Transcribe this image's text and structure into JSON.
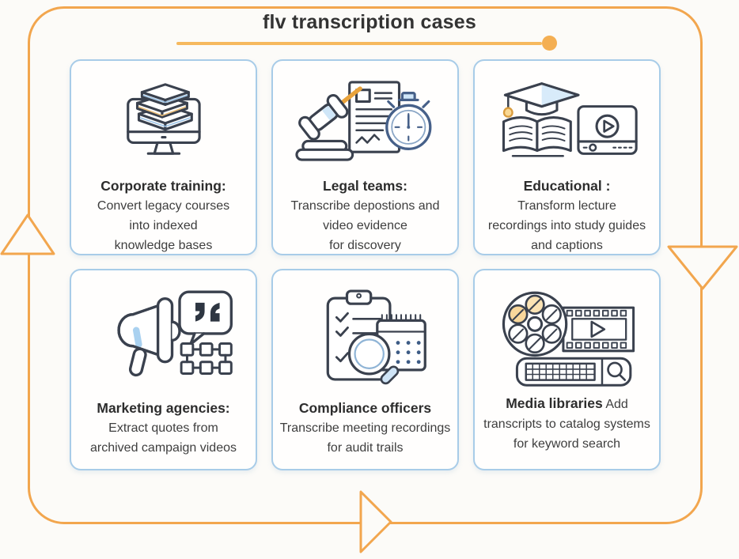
{
  "title": "flv transcription cases",
  "colors": {
    "frame_orange": "#F2A64E",
    "underline_orange": "#F6B95E",
    "dot_orange": "#F4AF53",
    "card_border_blue": "#A8CCE8",
    "icon_outline": "#3a414e",
    "icon_accent_blue": "#cfe6f8",
    "icon_accent_orange": "#fbe3b4",
    "title_text": "#333333",
    "body_text": "#3e3e3e"
  },
  "decorations": {
    "arrows": [
      "flow-arrow-up-icon",
      "flow-arrow-down-icon",
      "flow-arrow-right-icon"
    ]
  },
  "cards": [
    {
      "icon": "books-on-monitor-icon",
      "title": "Corporate training:",
      "desc": "Convert legacy courses\ninto indexed\nknowledge bases"
    },
    {
      "icon": "gavel-document-stopwatch-icon",
      "title": "Legal teams:",
      "desc": "Transcribe depostions and\nvideo evidence\nfor discovery"
    },
    {
      "icon": "graduation-book-video-icon",
      "title": "Educational :",
      "desc": "Transform lecture\nrecordings into study guides\nand captions"
    },
    {
      "icon": "megaphone-quote-orgchart-icon",
      "title": "Marketing agencies:",
      "desc": "Extract quotes from\narchived campaign videos"
    },
    {
      "icon": "clipboard-magnifier-calendar-icon",
      "title": "Compliance officers",
      "desc": "Transcribe meeting recordings\nfor audit trails"
    },
    {
      "icon": "film-reel-keyboard-search-icon",
      "title": "Media libraries",
      "desc": "Add\ntranscripts to catalog systems\nfor keyword search"
    }
  ]
}
